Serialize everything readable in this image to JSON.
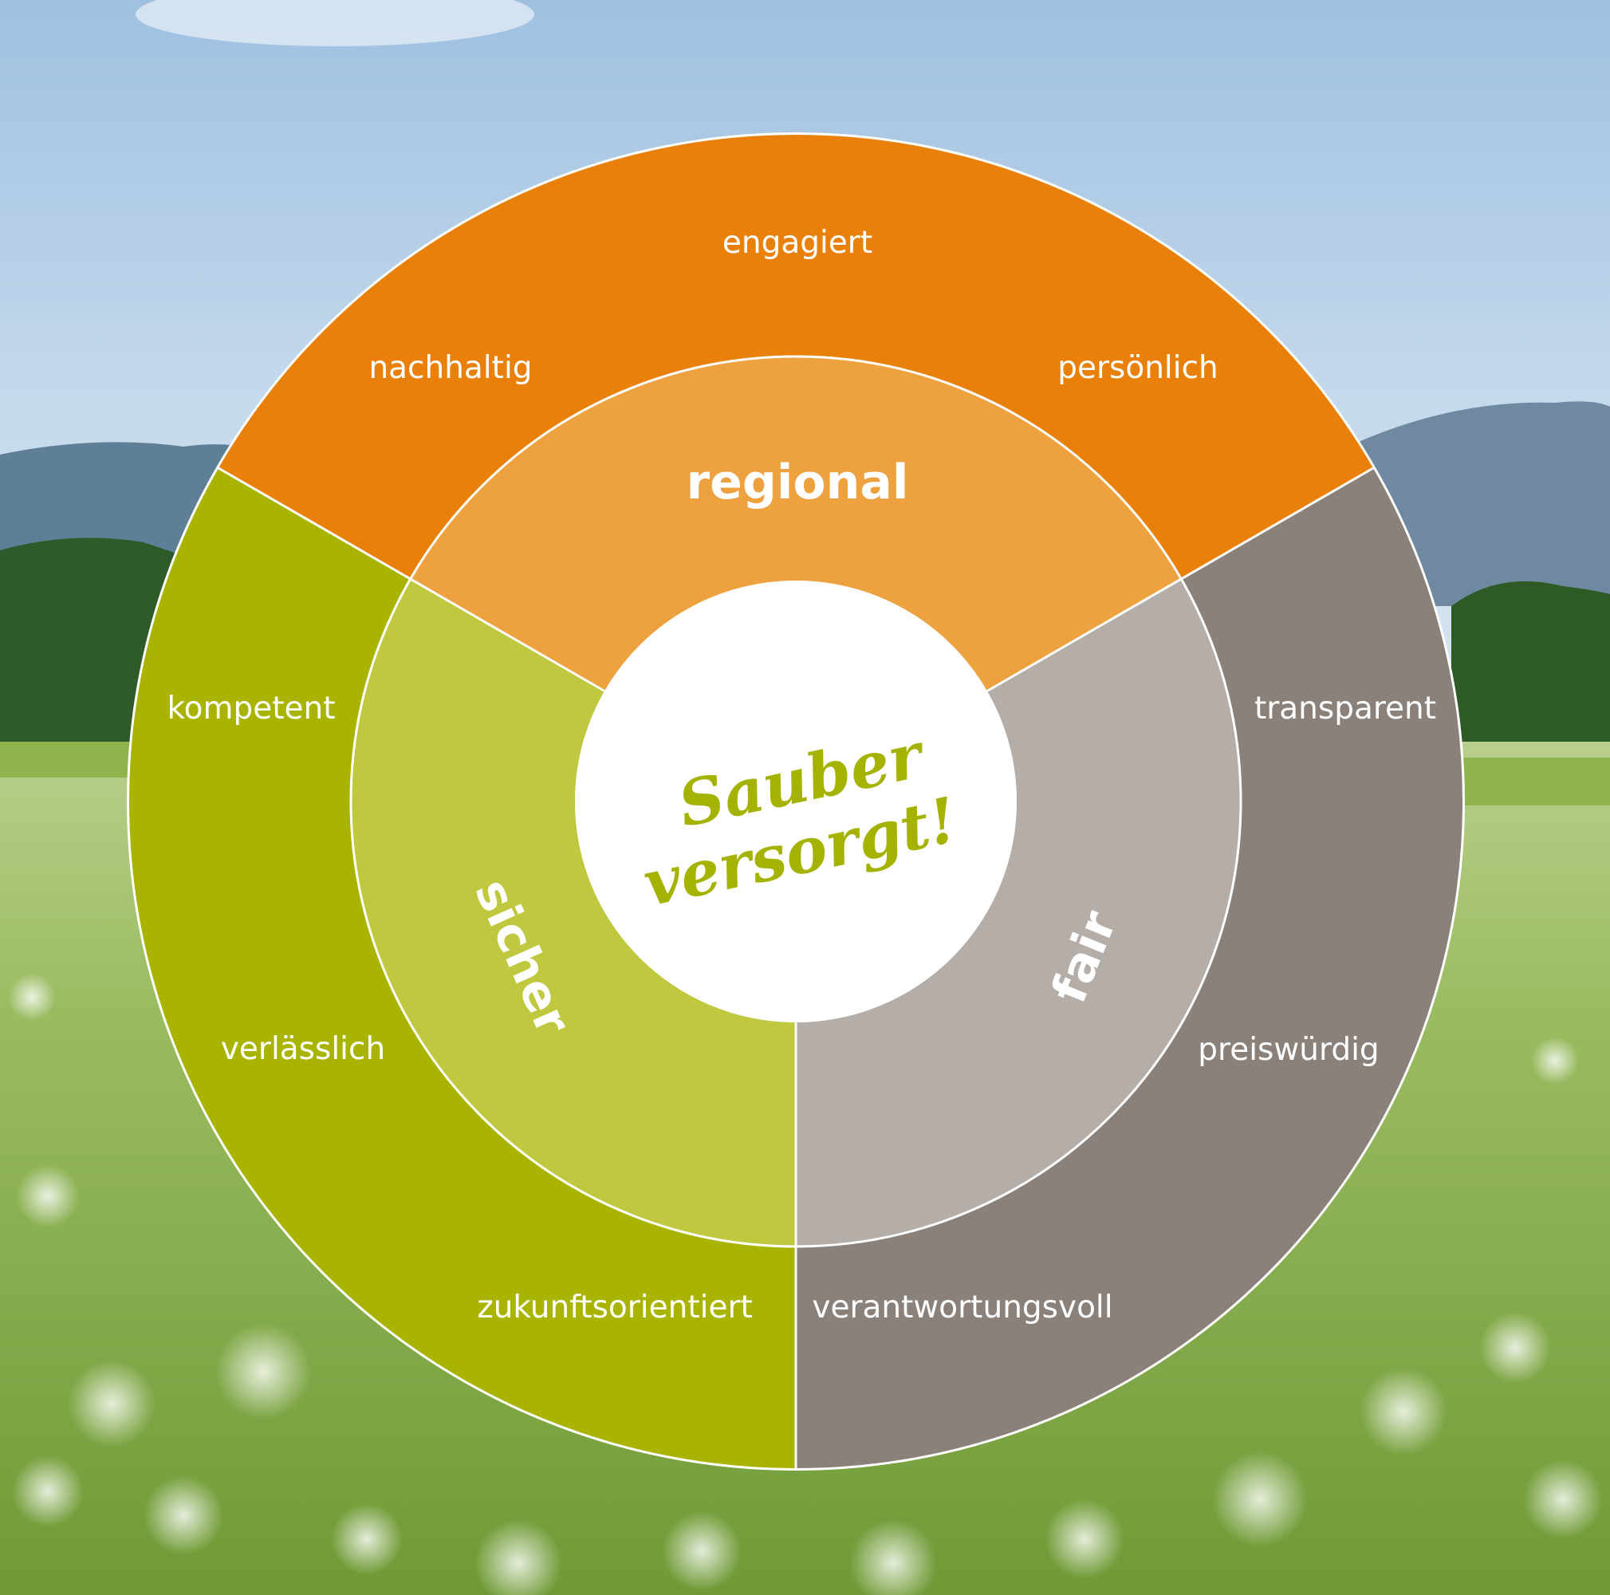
{
  "center": {
    "line1": "Sauber",
    "line2": "versorgt!"
  },
  "segments": [
    {
      "name": "regional",
      "outer_color": "#e8800a",
      "inner_color": "#eea23f",
      "attributes": [
        "nachhaltig",
        "engagiert",
        "persönlich"
      ]
    },
    {
      "name": "fair",
      "outer_color": "#8a817b",
      "inner_color": "#b4ada8",
      "attributes": [
        "transparent",
        "preiswürdig",
        "verantwortungsvoll"
      ]
    },
    {
      "name": "sicher",
      "outer_color": "#a9b400",
      "inner_color": "#bfc83f",
      "attributes": [
        "kompetent",
        "verlässlich",
        "zukunftsorientiert"
      ]
    }
  ],
  "colors": {
    "center_fill": "#ffffff",
    "center_text": "#a5b300",
    "divider": "#ffffff",
    "sky_top": "#aecbe6",
    "meadow": "#88b04a"
  }
}
